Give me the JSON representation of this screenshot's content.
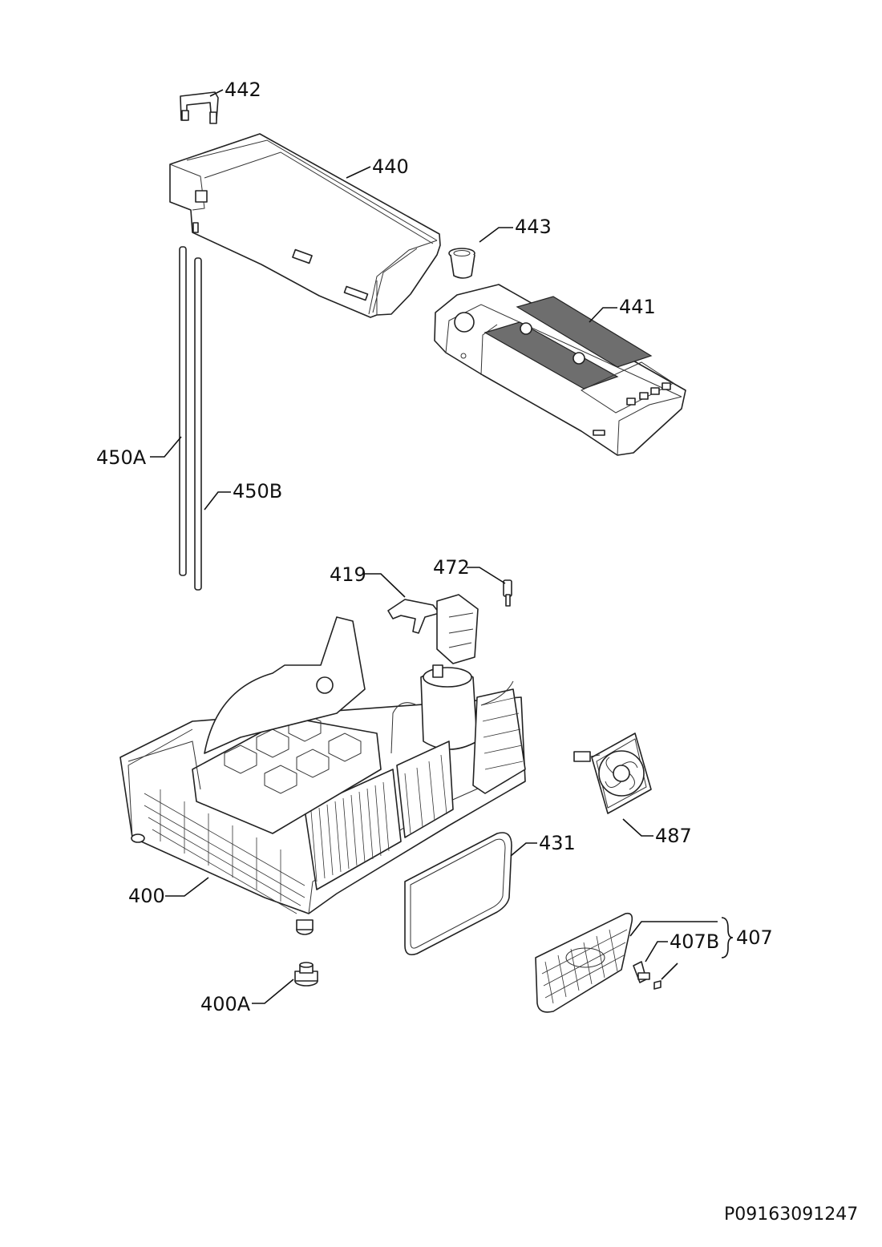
{
  "callouts": {
    "c442": "442",
    "c440": "440",
    "c443": "443",
    "c441": "441",
    "c450A": "450A",
    "c450B": "450B",
    "c419": "419",
    "c472": "472",
    "c487": "487",
    "c431": "431",
    "c400": "400",
    "c407": "407",
    "c407B": "407B",
    "c400A": "400A"
  },
  "drawing_number": "P09163091247"
}
